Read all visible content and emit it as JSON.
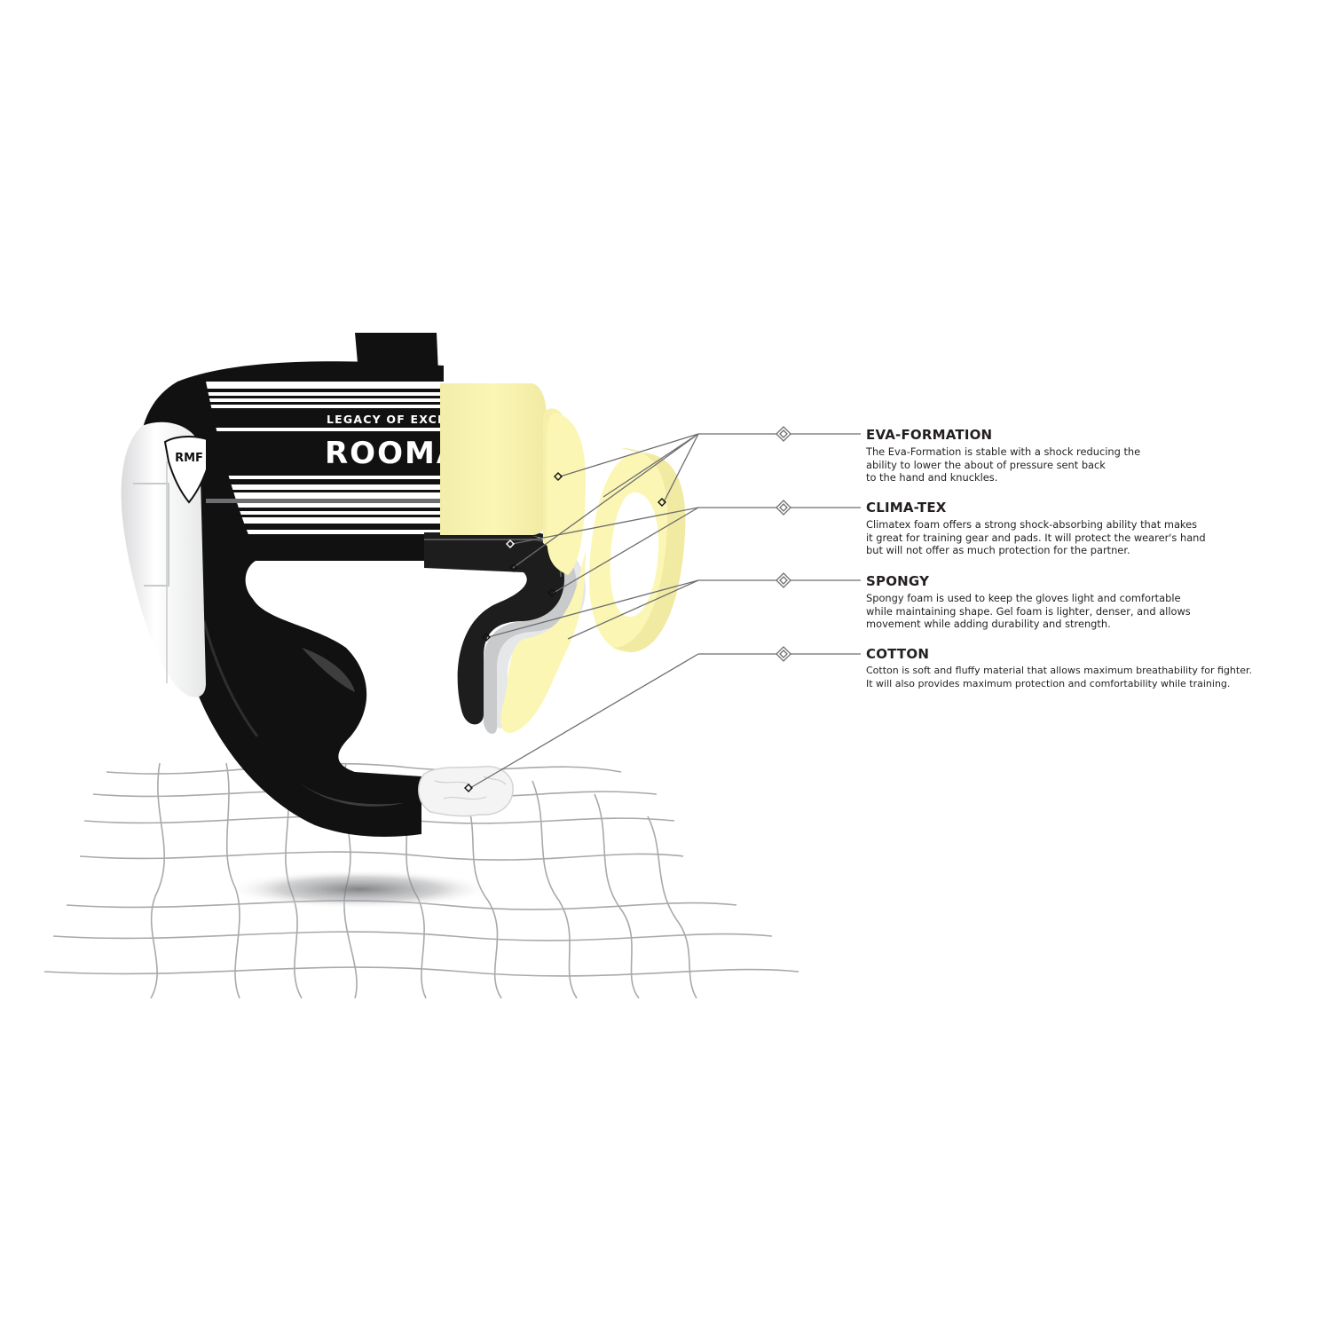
{
  "product": {
    "brand_wordmark": "ROOMA",
    "tagline": "LEGACY OF EXCEL",
    "logo_monogram": "RMF"
  },
  "layers": [
    {
      "id": "eva",
      "title": "EVA-FORMATION",
      "lines": [
        "The Eva-Formation is stable with a shock reducing the",
        "ability to lower the about of pressure sent back",
        "to the hand and knuckles."
      ]
    },
    {
      "id": "clima",
      "title": "CLIMA-TEX",
      "lines": [
        "Climatex foam offers a strong shock-absorbing ability that makes",
        "it great for training gear and pads. It will protect the wearer's hand",
        "but will not offer as much protection for the partner."
      ]
    },
    {
      "id": "spongy",
      "title": "SPONGY",
      "lines": [
        "Spongy foam is used to keep the gloves light and comfortable",
        "while maintaining shape. Gel foam is lighter, denser, and allows",
        "movement while adding durability and strength."
      ]
    },
    {
      "id": "cotton",
      "title": "COTTON",
      "lines": [
        "Cotton is soft and fluffy material that allows maximum breathability for fighter.",
        "It will also provides maximum protection and comfortability while training."
      ]
    }
  ],
  "colors": {
    "foam_yellow": "#fbf6b4",
    "shell_black": "#111111",
    "leader_gray": "#6d6e71",
    "grid_gray": "#a7a9ac",
    "text": "#231f20"
  },
  "icons": {
    "marker": "diamond-marker-icon"
  }
}
